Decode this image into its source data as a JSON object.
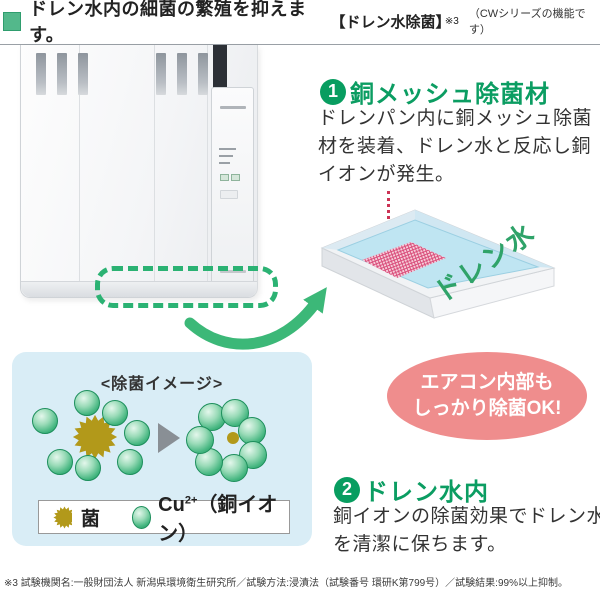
{
  "header": {
    "title": "ドレン水内の細菌の繁殖を抑えます。",
    "feature_tag": "【ドレン水除菌】",
    "note_ref": "※3",
    "series_note": "（CWシリーズの機能です）"
  },
  "section1": {
    "number": "1",
    "heading": "銅メッシュ除菌材",
    "body": "ドレンパン内に銅メッシュ除菌材を装着、ドレン水と反応し銅イオンが発生。"
  },
  "drain_pan": {
    "label": "ドレン水"
  },
  "badge": {
    "line1": "エアコン内部も",
    "line2": "しっかり除菌OK!"
  },
  "diagram": {
    "title": "<除菌イメージ>",
    "legend": {
      "bacteria_label": "菌",
      "ion_prefix": "Cu",
      "ion_sup": "2+",
      "ion_suffix": "（銅イオン）"
    }
  },
  "section2": {
    "number": "2",
    "heading": "ドレン水内",
    "body": "銅イオンの除菌効果でドレン水を清潔に保ちます。"
  },
  "footer": {
    "note": "※3 試験機関名:一般財団法人 新潟県環境衛生研究所／試験方法:浸漬法（試験番号 環研K第799号）／試験結果:99%以上抑制。"
  },
  "colors": {
    "accent_green": "#089d60",
    "arrow_green": "#3cb878",
    "badge_pink": "#ef8d8d",
    "diagram_bg": "#d9edf6",
    "water_blue": "#bfe5f2",
    "mesh_pink": "#d94f7c",
    "bacteria_olive": "#b2991a",
    "ion_green": "#2da56e"
  }
}
